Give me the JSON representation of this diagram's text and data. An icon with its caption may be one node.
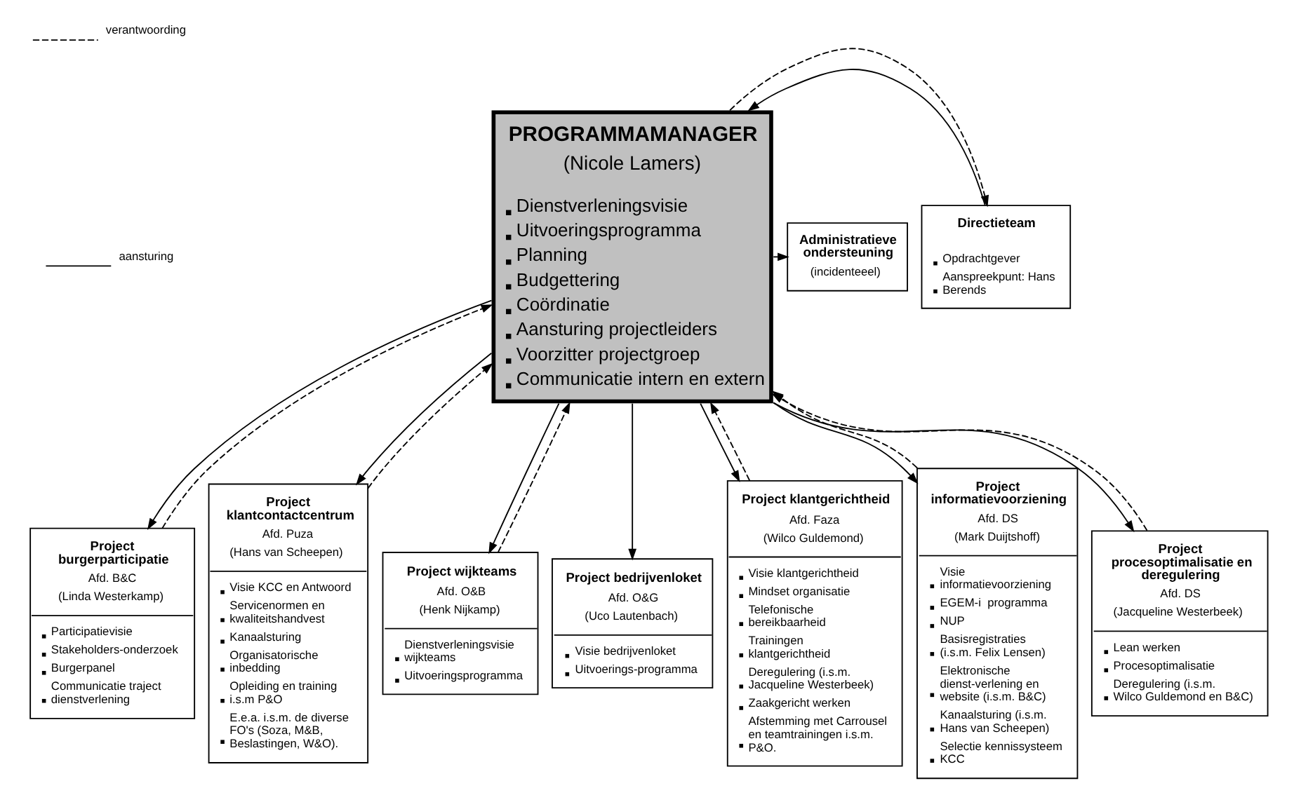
{
  "diagram": {
    "nodes": [
      {
        "text": [
          "PROGRAMMAMANAGER",
          "(Nicole Lamers)",
          "Dienstverleningsvisie",
          "Uitvoeringsprogramma",
          "Planning",
          "Budgettering",
          "Coördinatie",
          "Aansturing projectleiders",
          "Voorzitter projectgroep",
          "Communicatie intern en extern"
        ]
      },
      {
        "text": [
          "Directieteam",
          "Opdrachtgever",
          "Aanspreekpunt: Hans Berends"
        ]
      },
      {
        "text": [
          "Administratieve ondersteuning",
          "(incidenteeel)"
        ]
      },
      {
        "text": [
          "Project burgerparticipatie",
          "Afd. B&C",
          "(Linda Westerkamp)",
          "Participatievisie",
          "Stakeholders-onderzoek",
          "Burgerpanel",
          "Communicatie traject dienstverlening"
        ]
      },
      {
        "text": [
          "Project klantcontactcentrum",
          "Afd. Puza",
          "(Hans van Scheepen)",
          "Visie KCC en Antwoord",
          "Servicenormen en kwaliteitshandvest",
          "Kanaalsturing",
          "Organisatorische inbedding",
          "Opleiding en training i.s.m P&O",
          "E.e.a. i.s.m. de diverse FO's (Soza, M&B, Beslastingen, W&O)."
        ]
      },
      {
        "text": [
          "Project wijkteams",
          "Afd. O&B",
          "(Henk Nijkamp)",
          "Dienstverleningsvisie wijkteams",
          "Uitvoeringsprogramma"
        ]
      },
      {
        "text": [
          "Project bedrijvenloket",
          "Afd. O&G",
          "(Uco Lautenbach)",
          "Visie bedrijvenloket",
          "Uitvoerings-programma"
        ]
      },
      {
        "text": [
          "Project klantgerichtheid",
          "Afd. Faza",
          "(Wilco Guldemond)",
          "Visie klantgerichtheid",
          "Mindset organisatie",
          "Telefonische bereikbaarheid",
          "Trainingen klantgerichtheid",
          "Deregulering (i.s.m. Jacqueline Westerbeek)",
          "Zaakgericht werken",
          "Afstemming met Carrousel en teamtrainingen i.s.m. P&O."
        ]
      },
      {
        "text": [
          "Project informatievoorziening",
          "Afd. DS",
          "(Mark Duijtshoff)",
          "Visie informatievoorziening",
          "EGEM-i  programma",
          "NUP",
          "Basisregistraties (i.s.m. Felix Lensen)",
          "Elektronische dienst-verlening en website (i.s.m. B&C)",
          "Kanaalsturing (i.s.m. Hans van Scheepen)",
          "Selectie kennissysteem KCC"
        ]
      },
      {
        "text": [
          "Project procesoptimalisatie en deregulering",
          "Afd. DS",
          "(Jacqueline Westerbeek)",
          "Lean werken",
          "Procesoptimalisatie",
          "Deregulering (i.s.m. Wilco Guldemond en B&C)"
        ]
      }
    ],
    "edges": [
      {
        "from": 0,
        "to": 2,
        "arrow": "to"
      },
      {
        "from": 1,
        "to": 0,
        "arrow": "to"
      },
      {
        "from": 0,
        "to": 1,
        "arrow": "to",
        "style": "dashed"
      },
      {
        "from": 0,
        "to": 3,
        "arrow": "to"
      },
      {
        "from": 0,
        "to": 4,
        "arrow": "to"
      },
      {
        "from": 0,
        "to": 5,
        "arrow": "to"
      },
      {
        "from": 0,
        "to": 6,
        "arrow": "to"
      },
      {
        "from": 0,
        "to": 7,
        "arrow": "to"
      },
      {
        "from": 0,
        "to": 8,
        "arrow": "to"
      },
      {
        "from": 0,
        "to": 9,
        "arrow": "to"
      },
      {
        "from": 3,
        "to": 0,
        "arrow": "to",
        "style": "dashed"
      },
      {
        "from": 4,
        "to": 0,
        "arrow": "to",
        "style": "dashed"
      },
      {
        "from": 5,
        "to": 0,
        "arrow": "to",
        "style": "dashed"
      },
      {
        "from": 7,
        "to": 0,
        "arrow": "to",
        "style": "dashed"
      },
      {
        "from": 8,
        "to": 0,
        "arrow": "to",
        "style": "dashed"
      },
      {
        "from": 9,
        "to": 0,
        "arrow": "to",
        "style": "dashed"
      }
    ],
    "legend": [
      {
        "text": "verantwoording"
      },
      {
        "text": "aansturing"
      }
    ]
  }
}
